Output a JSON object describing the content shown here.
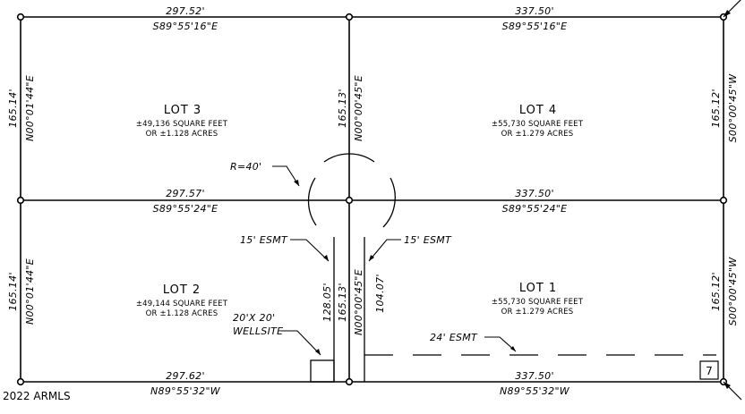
{
  "lots": [
    {
      "name": "LOT 3",
      "sqft": "±49,136 SQUARE FEET",
      "acres": "OR ±1.128 ACRES"
    },
    {
      "name": "LOT 4",
      "sqft": "±55,730 SQUARE FEET",
      "acres": "OR ±1.279 ACRES"
    },
    {
      "name": "LOT 2",
      "sqft": "±49,144 SQUARE FEET",
      "acres": "OR ±1.128 ACRES"
    },
    {
      "name": "LOT 1",
      "sqft": "±55,730 SQUARE FEET",
      "acres": "OR ±1.279 ACRES"
    }
  ],
  "top_left": {
    "distance": "297.52'",
    "bearing": "S89°55'16\"E"
  },
  "top_right": {
    "distance": "337.50'",
    "bearing": "S89°55'16\"E"
  },
  "mid_left": {
    "distance": "297.57'",
    "bearing": "S89°55'24\"E"
  },
  "mid_right": {
    "distance": "337.50'",
    "bearing": "S89°55'24\"E"
  },
  "bottom_left": {
    "distance": "297.62'",
    "bearing": "N89°55'32\"W"
  },
  "bottom_right": {
    "distance": "337.50'",
    "bearing": "N89°55'32\"W"
  },
  "left_upper": {
    "distance": "165.14'",
    "bearing": "N00°01'44\"E"
  },
  "left_lower": {
    "distance": "165.14'",
    "bearing": "N00°01'44\"E"
  },
  "center_upper": {
    "distance": "165.13'",
    "bearing": "N00°00'45\"E"
  },
  "center_lower": {
    "distance": "165.13'",
    "bearing": "N00°00'45\"E",
    "left_dim": "128.05'",
    "right_dim": "104.07'"
  },
  "right_upper": {
    "distance": "165.12'",
    "bearing": "S00°00'45\"W"
  },
  "right_lower": {
    "distance": "165.12'",
    "bearing": "S00°00'45\"W"
  },
  "radius_label": "R=40'",
  "esmt_left": "15' ESMT",
  "esmt_right": "15' ESMT",
  "esmt_24": "24' ESMT",
  "wellsite": {
    "line1": "20'X 20'",
    "line2": "WELLSITE"
  },
  "badge": "7",
  "copyright": "2022 ARMLS"
}
